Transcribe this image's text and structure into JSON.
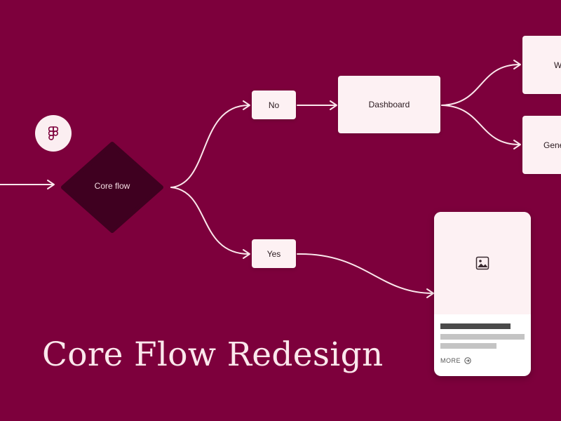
{
  "title": "Core Flow Redesign",
  "colors": {
    "background": "#7d003c",
    "node_fill": "#fdf1f3",
    "decision_fill": "#3f0020",
    "connector": "#fbe7ec"
  },
  "decision": {
    "label": "Core flow"
  },
  "nodes": {
    "no": "No",
    "yes": "Yes",
    "dashboard": "Dashboard",
    "partial_top": "W",
    "partial_bottom": "Gene"
  },
  "badge": {
    "icon": "figma-icon"
  },
  "card": {
    "image_icon": "image-placeholder-icon",
    "more_label": "MORE",
    "more_icon": "arrow-circle-right-icon"
  }
}
